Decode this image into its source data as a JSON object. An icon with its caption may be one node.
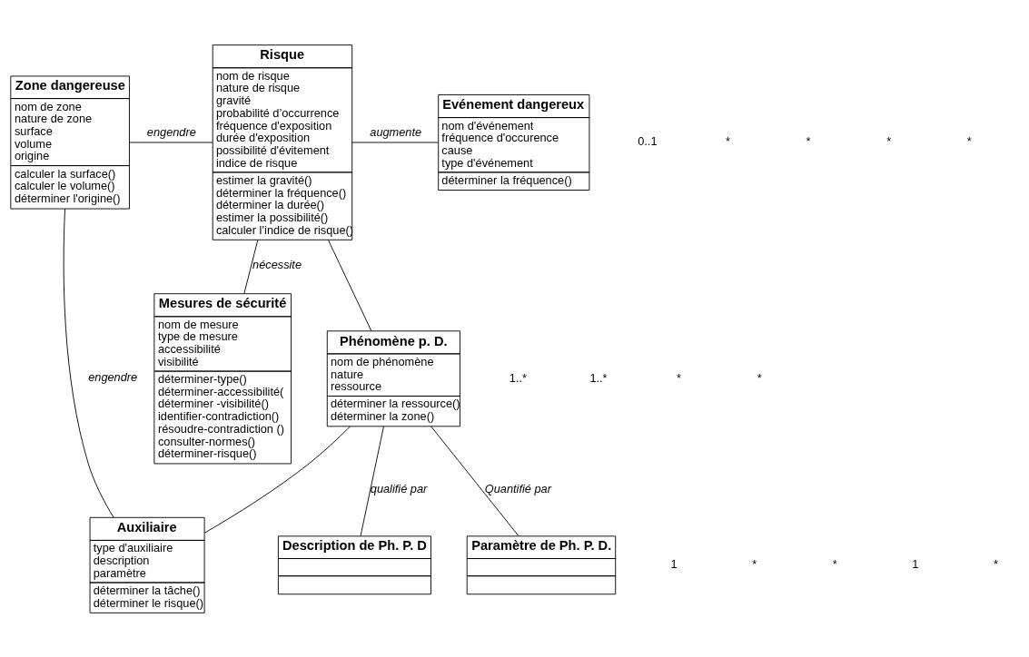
{
  "diagram": {
    "nodes": [
      {
        "text": [
          "Zone dangereuse",
          "nom de zone",
          "nature de zone",
          "surface",
          "volume",
          "origine",
          "calculer la surface()",
          "calculer le volume()",
          "déterminer l'origine()"
        ]
      },
      {
        "text": [
          "Risque",
          "nom de risque",
          "nature de risque",
          "gravité",
          "probabilité d’occurrence",
          "fréquence d'exposition",
          "durée d'exposition",
          "possibilité d'évitement",
          "indice de risque",
          "estimer la gravité()",
          "déterminer la fréquence()",
          "déterminer la durée()",
          "estimer la possibilité()",
          "calculer l’indice de risque()"
        ]
      },
      {
        "text": [
          "Evénement dangereux",
          "nom d'événement",
          "fréquence d'occurence",
          "cause",
          "type d'événement",
          "déterminer la fréquence()"
        ]
      },
      {
        "text": [
          "Mesures de sécurité",
          "nom de mesure",
          "type de mesure",
          "accessibilité",
          "visibilité",
          "déterminer-type()",
          "déterminer-accessibilité(",
          "déterminer -visibilité()",
          "identifier-contradiction()",
          "résoudre-contradiction ()",
          "consulter-normes()",
          "déterminer-risque()"
        ]
      },
      {
        "text": [
          "Phénomène p. D.",
          "nom de phénomène",
          "nature",
          "ressource",
          "déterminer la ressource()",
          "déterminer la zone()"
        ]
      },
      {
        "text": [
          "Description de Ph. P. D"
        ]
      },
      {
        "text": [
          "Auxiliaire",
          "type d'auxiliaire",
          "description",
          "paramètre",
          "déterminer la tâche()",
          "déterminer le risque()"
        ]
      },
      {
        "text": [
          "Paramètre de Ph. P. D."
        ]
      }
    ],
    "edges": [
      {
        "from": 0,
        "to": 1,
        "arrow": "none",
        "label": "engendre"
      },
      {
        "from": 4,
        "to": 1,
        "arrow": "none"
      },
      {
        "from": 1,
        "to": 2,
        "arrow": "none",
        "label": "augmente"
      },
      {
        "from": 1,
        "to": 3,
        "arrow": "none",
        "label": "nécessite"
      },
      {
        "from": 0,
        "to": 6,
        "arrow": "none",
        "label": "engendre"
      },
      {
        "from": 4,
        "to": 6,
        "arrow": "none"
      },
      {
        "from": 4,
        "to": 5,
        "arrow": "none",
        "label": "qualifié par"
      },
      {
        "from": 4,
        "to": 7,
        "arrow": "none",
        "label": "Quantifié par"
      }
    ],
    "labels": [
      "0..1",
      "*",
      "*",
      "*",
      "*",
      "1..*",
      "1..*",
      "*",
      "*",
      "1",
      "*",
      "*",
      "1",
      "*"
    ]
  }
}
